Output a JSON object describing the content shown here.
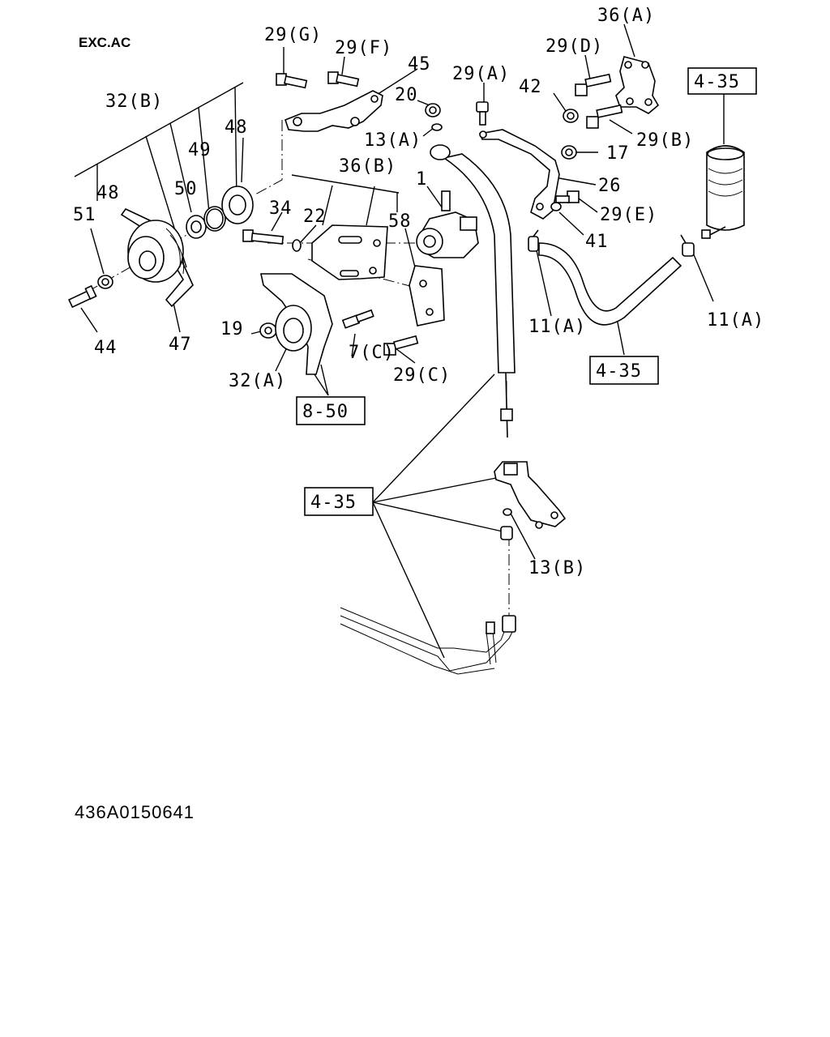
{
  "header": {
    "variant": "EXC.AC"
  },
  "footer": {
    "drawing_number": "436A0150641"
  },
  "callouts": [
    {
      "id": "c-36a",
      "text": "36(A)"
    },
    {
      "id": "c-29g",
      "text": "29(G)"
    },
    {
      "id": "c-29f",
      "text": "29(F)"
    },
    {
      "id": "c-45",
      "text": "45"
    },
    {
      "id": "c-29d",
      "text": "29(D)"
    },
    {
      "id": "c-29a",
      "text": "29(A)"
    },
    {
      "id": "c-20",
      "text": "20"
    },
    {
      "id": "c-42",
      "text": "42"
    },
    {
      "id": "c-32b",
      "text": "32(B)"
    },
    {
      "id": "c-13a",
      "text": "13(A)"
    },
    {
      "id": "c-29b",
      "text": "29(B)"
    },
    {
      "id": "c-17",
      "text": "17"
    },
    {
      "id": "c-48a",
      "text": "48"
    },
    {
      "id": "c-49",
      "text": "49"
    },
    {
      "id": "c-36b",
      "text": "36(B)"
    },
    {
      "id": "c-1",
      "text": "1"
    },
    {
      "id": "c-26",
      "text": "26"
    },
    {
      "id": "c-48b",
      "text": "48"
    },
    {
      "id": "c-50",
      "text": "50"
    },
    {
      "id": "c-34",
      "text": "34"
    },
    {
      "id": "c-22",
      "text": "22"
    },
    {
      "id": "c-58",
      "text": "58"
    },
    {
      "id": "c-29e",
      "text": "29(E)"
    },
    {
      "id": "c-51",
      "text": "51"
    },
    {
      "id": "c-41",
      "text": "41"
    },
    {
      "id": "c-11a-right",
      "text": "11(A)"
    },
    {
      "id": "c-11a-mid",
      "text": "11(A)"
    },
    {
      "id": "c-19",
      "text": "19"
    },
    {
      "id": "c-44",
      "text": "44"
    },
    {
      "id": "c-47",
      "text": "47"
    },
    {
      "id": "c-7c",
      "text": "7(C)"
    },
    {
      "id": "c-29c",
      "text": "29(C)"
    },
    {
      "id": "c-32a",
      "text": "32(A)"
    },
    {
      "id": "c-13b",
      "text": "13(B)"
    }
  ],
  "references": [
    {
      "id": "r-435-top",
      "text": "4-35"
    },
    {
      "id": "r-435-hose",
      "text": "4-35"
    },
    {
      "id": "r-850",
      "text": "8-50"
    },
    {
      "id": "r-435-low",
      "text": "4-35"
    }
  ]
}
